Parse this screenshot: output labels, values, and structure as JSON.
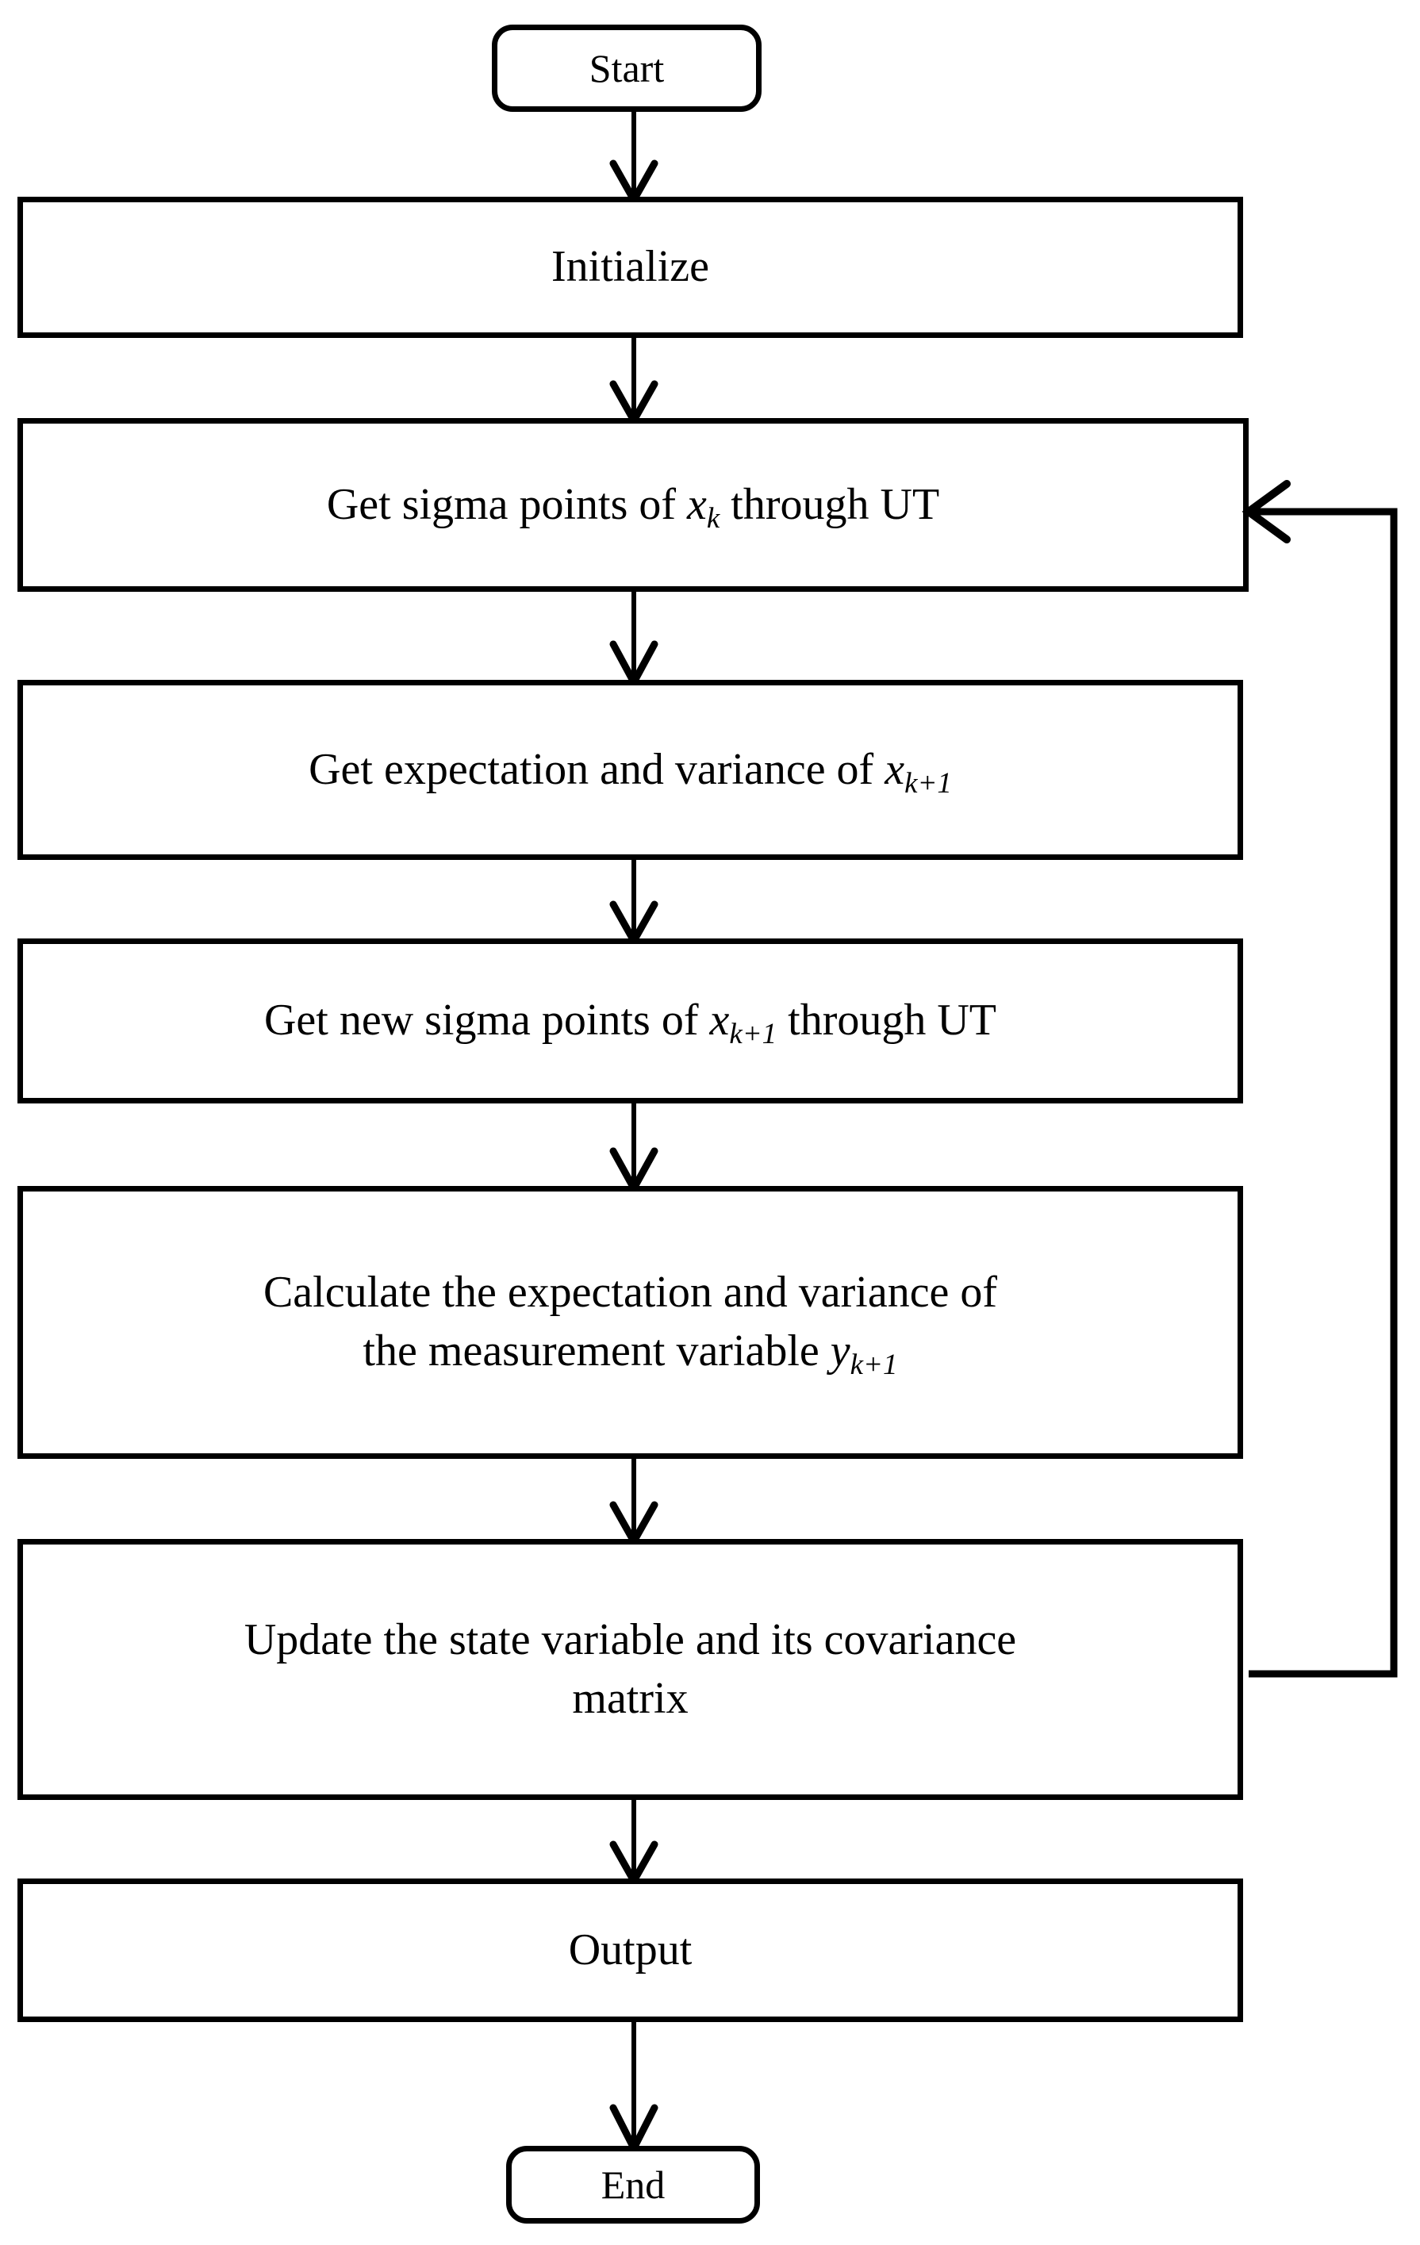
{
  "diagram": {
    "title": "Unscented Kalman Filter algorithm flowchart",
    "type": "flowchart",
    "orientation": "top-to-bottom",
    "colors": {
      "stroke": "#000000",
      "fill": "#ffffff",
      "text": "#000000"
    }
  },
  "nodes": {
    "start": {
      "shape": "terminator",
      "label": "Start"
    },
    "initialize": {
      "shape": "process",
      "label": "Initialize"
    },
    "sigma_points": {
      "shape": "process",
      "prefix": "Get sigma points of ",
      "var": "x",
      "subscript": "k",
      "suffix": " through UT"
    },
    "expectation_variance": {
      "shape": "process",
      "prefix": "Get expectation and variance of ",
      "var": "x",
      "subscript": "k+1",
      "suffix": ""
    },
    "new_sigma_points": {
      "shape": "process",
      "prefix": "Get new sigma points of ",
      "var": "x",
      "subscript": "k+1",
      "suffix": " through UT"
    },
    "measurement": {
      "shape": "process",
      "line1": "Calculate the expectation  and variance of",
      "line2_prefix": "the measurement variable ",
      "var": "y",
      "subscript": "k+1",
      "line2_suffix": ""
    },
    "update_state": {
      "shape": "process",
      "line1": "Update the state variable and its covariance",
      "line2": "matrix"
    },
    "output": {
      "shape": "process",
      "label": "Output"
    },
    "end": {
      "shape": "terminator",
      "label": "End"
    }
  },
  "edges": [
    {
      "id": "e1",
      "from": "start",
      "to": "initialize",
      "kind": "arrow-down"
    },
    {
      "id": "e2",
      "from": "initialize",
      "to": "sigma_points",
      "kind": "arrow-down"
    },
    {
      "id": "e3",
      "from": "sigma_points",
      "to": "expectation_variance",
      "kind": "arrow-down"
    },
    {
      "id": "e4",
      "from": "expectation_variance",
      "to": "new_sigma_points",
      "kind": "arrow-down"
    },
    {
      "id": "e5",
      "from": "new_sigma_points",
      "to": "measurement",
      "kind": "arrow-down"
    },
    {
      "id": "e6",
      "from": "measurement",
      "to": "update_state",
      "kind": "arrow-down"
    },
    {
      "id": "e7",
      "from": "update_state",
      "to": "output",
      "kind": "arrow-down"
    },
    {
      "id": "e8",
      "from": "output",
      "to": "end",
      "kind": "arrow-down"
    },
    {
      "id": "e9",
      "from": "update_state",
      "to": "sigma_points",
      "kind": "feedback-loop-right"
    }
  ]
}
